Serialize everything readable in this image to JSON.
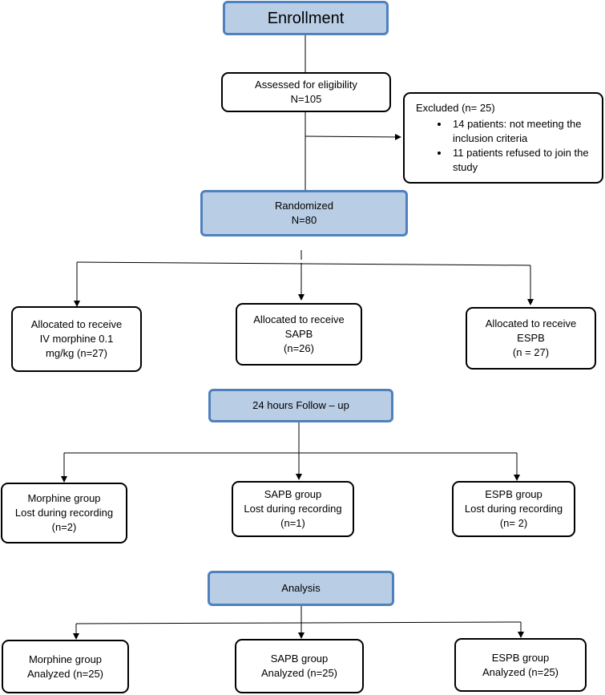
{
  "enrollment": {
    "title": "Enrollment"
  },
  "assessed": {
    "line1": "Assessed for eligibility",
    "line2": "N=105"
  },
  "excluded": {
    "title": "Excluded (n= 25)",
    "bullets": [
      "14 patients: not meeting the inclusion criteria",
      "11 patients refused to join the study"
    ]
  },
  "randomized": {
    "line1": "Randomized",
    "line2": "N=80"
  },
  "allocation": [
    {
      "line1": "Allocated to receive",
      "line2": "IV morphine 0.1",
      "line3": "mg/kg (n=27)"
    },
    {
      "line1": "Allocated to receive",
      "line2": "SAPB",
      "line3": "(n=26)"
    },
    {
      "line1": "Allocated to receive",
      "line2": "ESPB",
      "line3": "(n = 27)"
    }
  ],
  "followup": {
    "title": "24 hours Follow – up"
  },
  "lost": [
    {
      "line1": "Morphine group",
      "line2": "Lost during recording",
      "line3": "(n=2)"
    },
    {
      "line1": "SAPB group",
      "line2": "Lost during recording",
      "line3": "(n=1)"
    },
    {
      "line1": "ESPB group",
      "line2": "Lost during recording",
      "line3": "(n= 2)"
    }
  ],
  "analysis_stage": {
    "title": "Analysis"
  },
  "analyzed": [
    {
      "line1": "Morphine group",
      "line2": "Analyzed (n=25)"
    },
    {
      "line1": "SAPB group",
      "line2": "Analyzed (n=25)"
    },
    {
      "line1": "ESPB group",
      "line2": "Analyzed (n=25)"
    }
  ],
  "colors": {
    "stage_fill": "#b9cde5",
    "stage_border": "#4f81bd",
    "box_border": "#000000"
  }
}
